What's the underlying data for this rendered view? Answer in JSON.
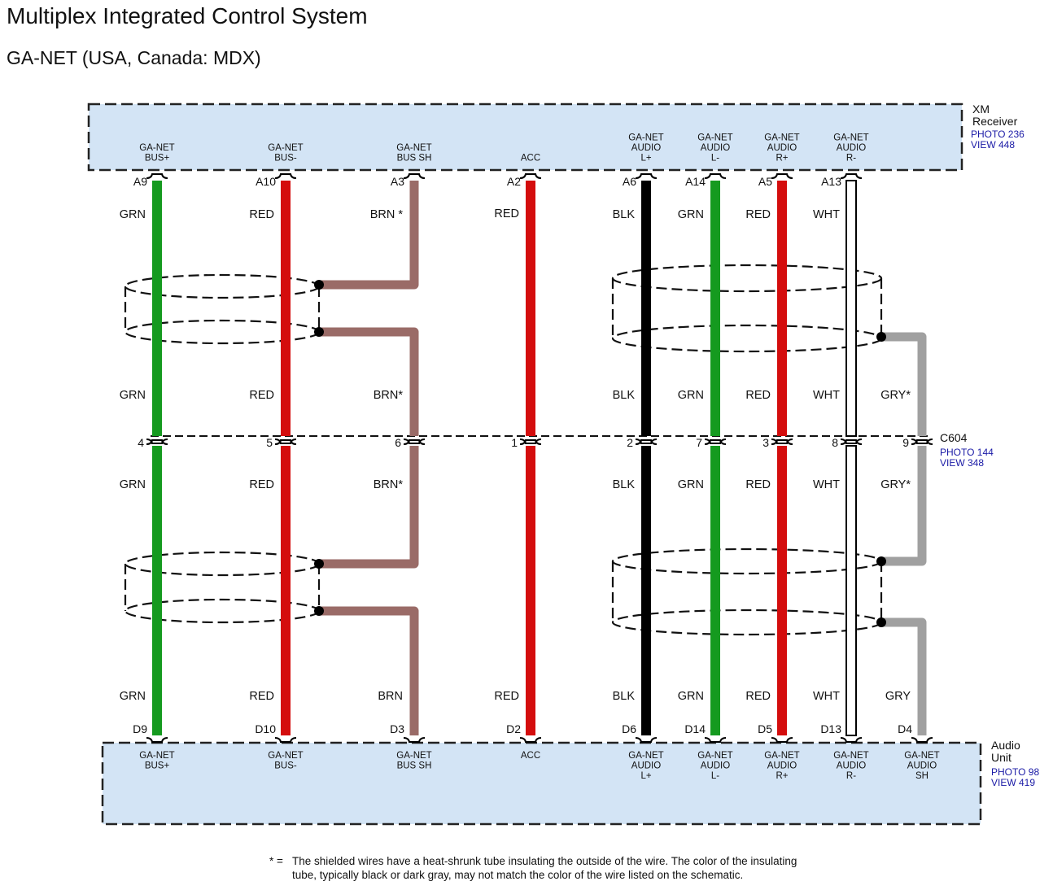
{
  "title": "Multiplex Integrated Control System",
  "subtitle": "GA-NET (USA, Canada: MDX)",
  "components": {
    "xm_receiver": {
      "name_line1": "XM",
      "name_line2": "Receiver",
      "photo": "PHOTO 236",
      "view": "VIEW 448"
    },
    "connector": {
      "name": "C604",
      "photo": "PHOTO 144",
      "view": "VIEW 348"
    },
    "audio_unit": {
      "name_line1": "Audio",
      "name_line2": "Unit",
      "photo": "PHOTO 98",
      "view": "VIEW 419"
    }
  },
  "wires": [
    {
      "id": "bus-plus",
      "top_label": [
        "GA-NET",
        "BUS+"
      ],
      "top_pin": "A9",
      "c604_pin": "4",
      "bottom_pin": "D9",
      "bottom_label": [
        "GA-NET",
        "BUS+"
      ],
      "colors": [
        "GRN",
        "GRN",
        "GRN",
        "GRN"
      ],
      "color": "#159a1f"
    },
    {
      "id": "bus-minus",
      "top_label": [
        "GA-NET",
        "BUS-"
      ],
      "top_pin": "A10",
      "c604_pin": "5",
      "bottom_pin": "D10",
      "bottom_label": [
        "GA-NET",
        "BUS-"
      ],
      "colors": [
        "RED",
        "RED",
        "RED",
        "RED"
      ],
      "color": "#d40d0d"
    },
    {
      "id": "bus-sh",
      "top_label": [
        "GA-NET",
        "BUS SH"
      ],
      "top_pin": "A3",
      "c604_pin": "6",
      "bottom_pin": "D3",
      "bottom_label": [
        "GA-NET",
        "BUS SH"
      ],
      "colors": [
        "BRN *",
        "BRN*",
        "BRN*",
        "BRN"
      ],
      "color": "#9a6b67"
    },
    {
      "id": "acc",
      "top_label": [
        "ACC"
      ],
      "top_pin": "A2",
      "c604_pin": "1",
      "bottom_pin": "D2",
      "bottom_label": [
        "ACC"
      ],
      "colors": [
        "RED",
        "",
        "",
        "RED"
      ],
      "color": "#d40d0d"
    },
    {
      "id": "audio-lp",
      "top_label": [
        "GA-NET",
        "AUDIO",
        "L+"
      ],
      "top_pin": "A6",
      "c604_pin": "2",
      "bottom_pin": "D6",
      "bottom_label": [
        "GA-NET",
        "AUDIO",
        "L+"
      ],
      "colors": [
        "BLK",
        "BLK",
        "BLK",
        "BLK"
      ],
      "color": "#000000"
    },
    {
      "id": "audio-lm",
      "top_label": [
        "GA-NET",
        "AUDIO",
        "L-"
      ],
      "top_pin": "A14",
      "c604_pin": "7",
      "bottom_pin": "D14",
      "bottom_label": [
        "GA-NET",
        "AUDIO",
        "L-"
      ],
      "colors": [
        "GRN",
        "GRN",
        "GRN",
        "GRN"
      ],
      "color": "#159a1f"
    },
    {
      "id": "audio-rp",
      "top_label": [
        "GA-NET",
        "AUDIO",
        "R+"
      ],
      "top_pin": "A5",
      "c604_pin": "3",
      "bottom_pin": "D5",
      "bottom_label": [
        "GA-NET",
        "AUDIO",
        "R+"
      ],
      "colors": [
        "RED",
        "RED",
        "RED",
        "RED"
      ],
      "color": "#d40d0d"
    },
    {
      "id": "audio-rm",
      "top_label": [
        "GA-NET",
        "AUDIO",
        "R-"
      ],
      "top_pin": "A13",
      "c604_pin": "8",
      "bottom_pin": "D13",
      "bottom_label": [
        "GA-NET",
        "AUDIO",
        "R-"
      ],
      "colors": [
        "WHT",
        "WHT",
        "WHT",
        "WHT"
      ],
      "color": "#ffffff"
    },
    {
      "id": "audio-sh",
      "top_label": [],
      "top_pin": "",
      "c604_pin": "9",
      "bottom_pin": "D4",
      "bottom_label": [
        "GA-NET",
        "AUDIO",
        "SH"
      ],
      "colors": [
        "",
        "GRY*",
        "GRY*",
        "GRY"
      ],
      "color": "#a0a0a0"
    }
  ],
  "footnote": {
    "marker": "* =",
    "line1": "The shielded wires have a heat-shrunk tube insulating the outside of the wire. The color of the insulating",
    "line2": "tube, typically black or dark gray, may not match the color of the wire listed on the schematic."
  },
  "colors": {
    "box_fill": "#d3e4f5",
    "link_blue": "#1a1aa6"
  }
}
